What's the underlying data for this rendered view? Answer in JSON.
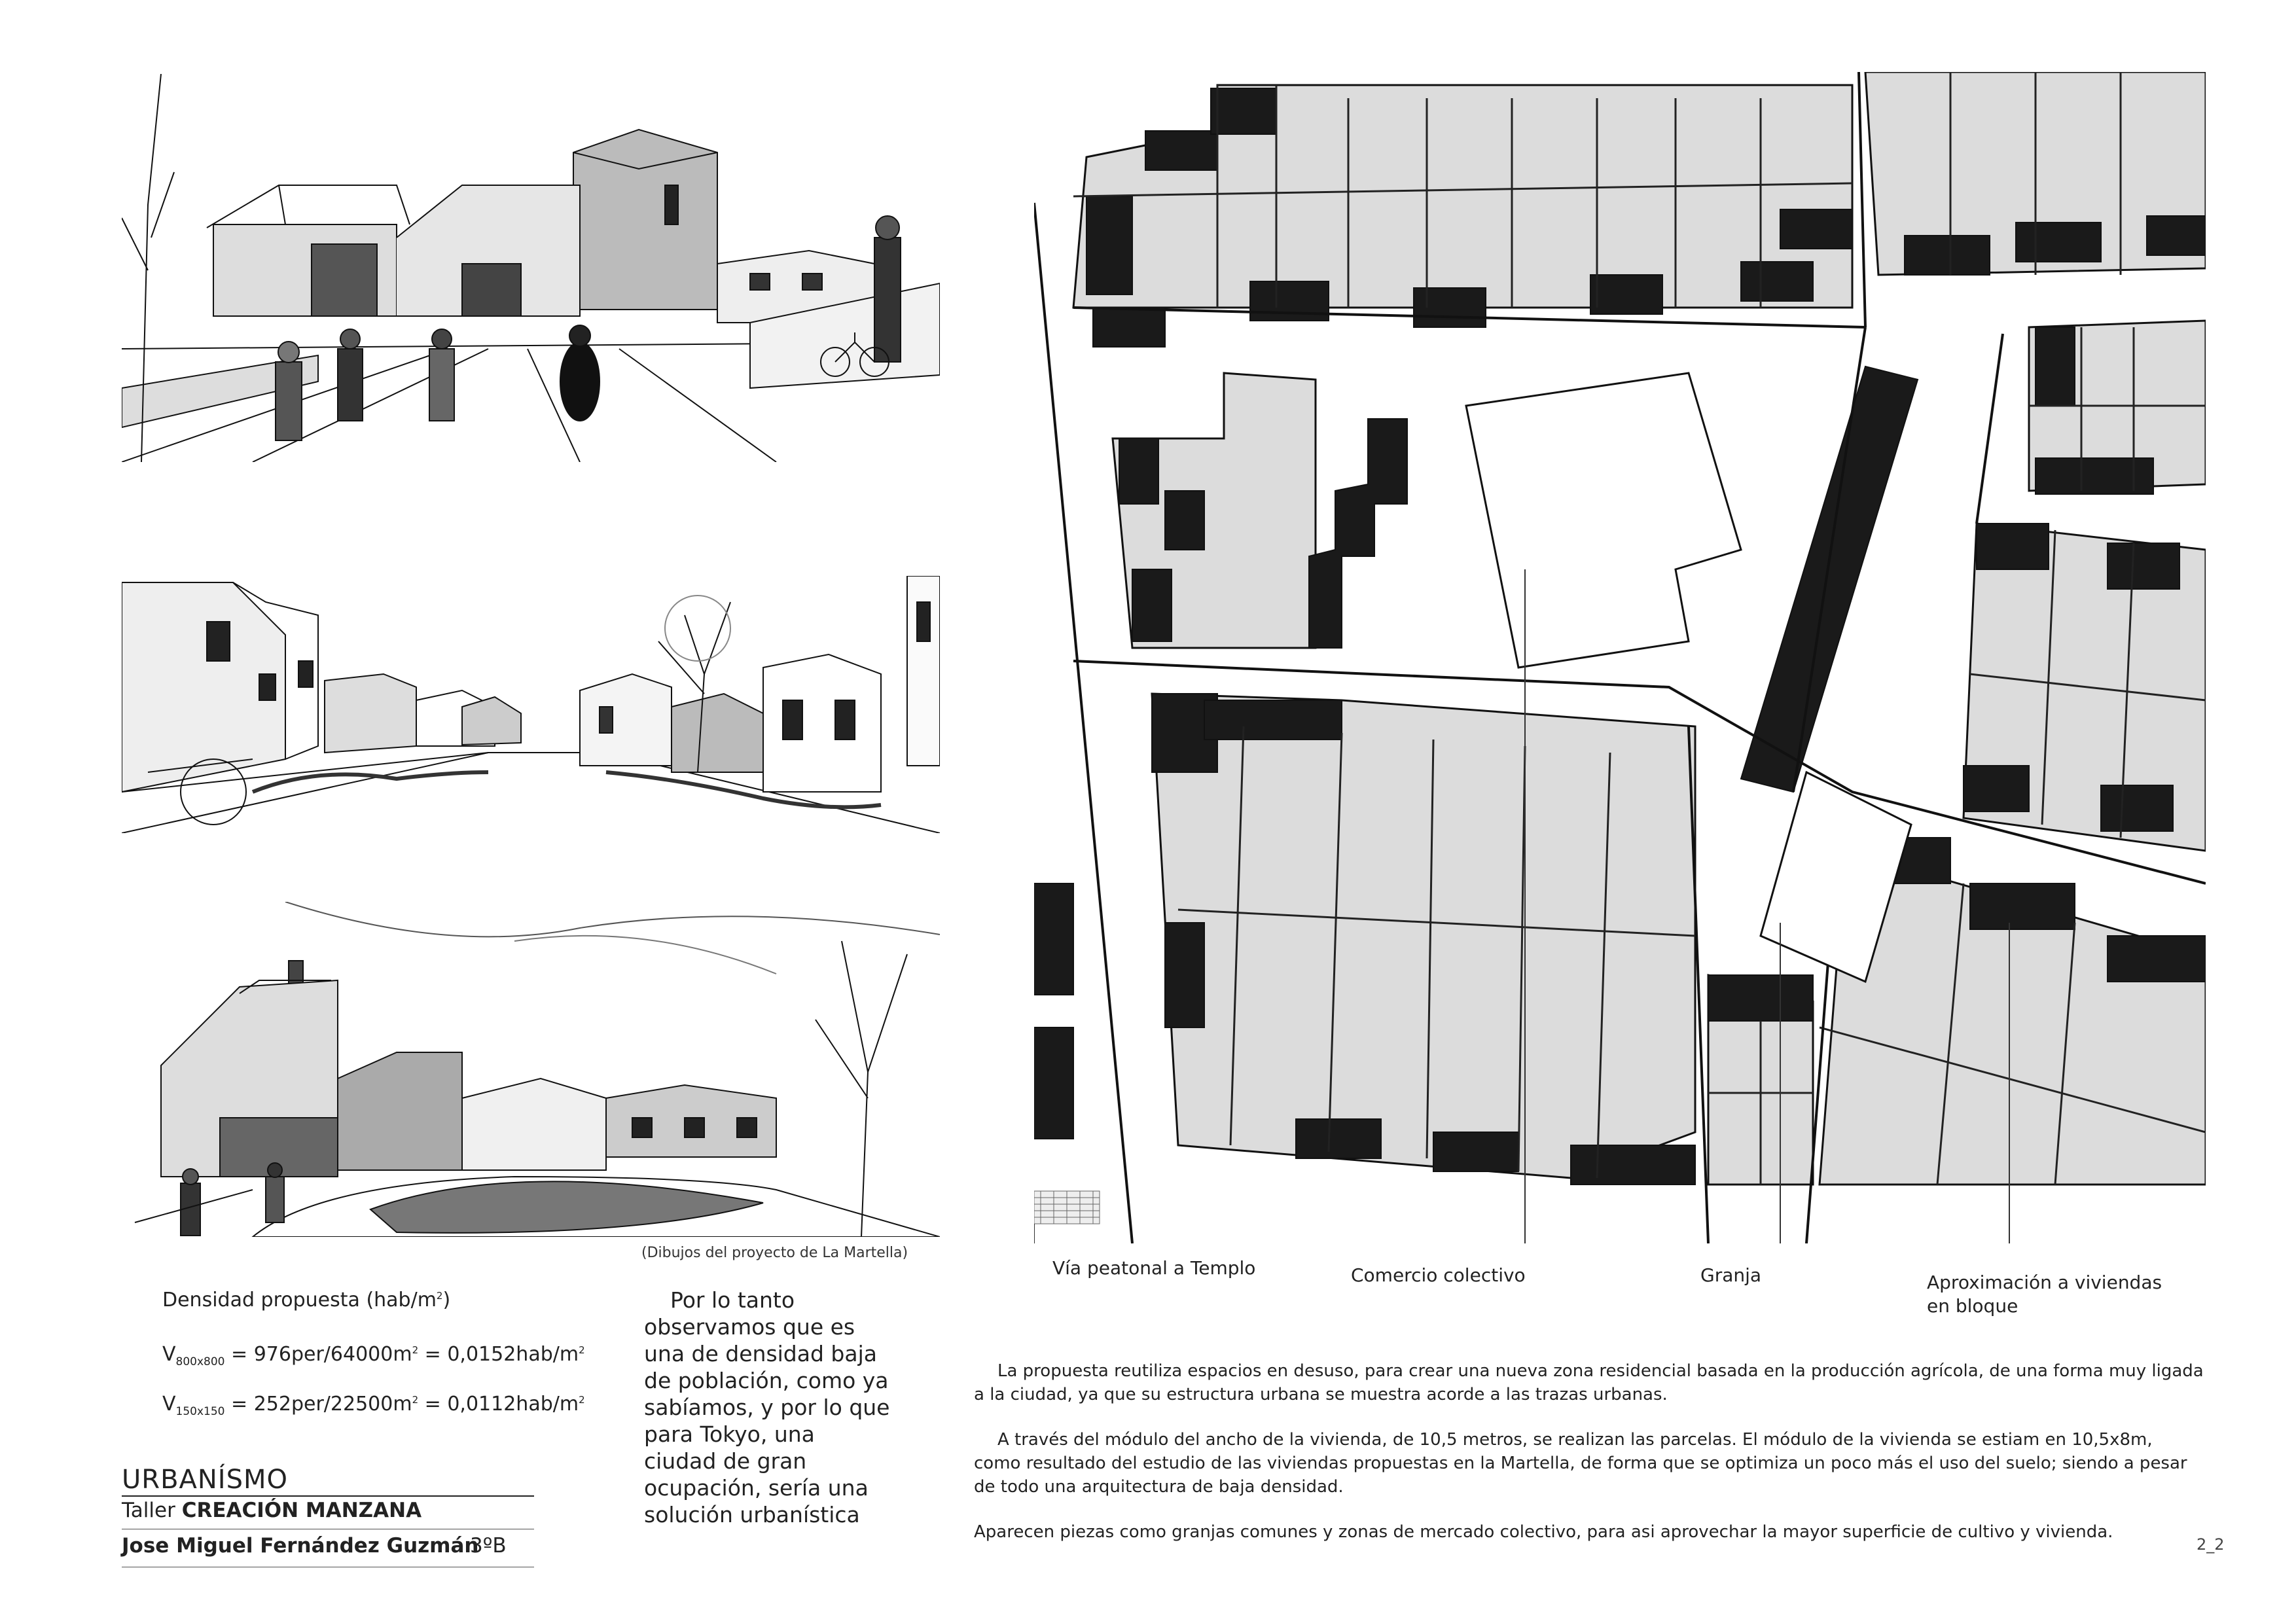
{
  "sketches": {
    "caption": "(Dibujos del proyecto de La Martella)"
  },
  "density": {
    "title": "Densidad propuesta (hab/m",
    "title_sup": "2",
    "title_end": ")",
    "formula1": {
      "var": "V",
      "sub": "800x800",
      "text": " = 976per/64000m",
      "sup1": "2",
      "eq": " = 0,0152hab/m",
      "sup2": "2"
    },
    "formula2": {
      "var": "V",
      "sub": "150x150",
      "text": " = 252per/22500m",
      "sup1": "2",
      "eq": " = 0,0112hab/m",
      "sup2": "2"
    }
  },
  "conclusion": "Por lo tanto observamos que es una de densidad baja de población, como ya sabíamos, y por lo que para Tokyo, una ciudad de gran ocupación, sería una solución urbanística",
  "footer": {
    "subject": "URBANÍSMO",
    "course_prefix": "Taller ",
    "course_name": "CREACIÓN MANZANA",
    "author": "Jose Miguel Fernández Guzmán",
    "group": "3ºB"
  },
  "plan_labels": {
    "via": "Vía peatonal a Templo",
    "comercio": "Comercio colectivo",
    "granja": "Granja",
    "aprox": "Aproximación a viviendas en bloque"
  },
  "paragraphs": [
    "La propuesta reutiliza espacios en desuso, para crear una nueva zona residencial basada en la producción agrícola, de una forma muy ligada a la ciudad, ya que su estructura urbana se muestra acorde a las trazas urbanas.",
    "A través del módulo del ancho de la vivienda, de 10,5 metros, se realizan las parcelas. El módulo de la vivienda se estiam en 10,5x8m, como resultado del estudio de las viviendas propuestas en la Martella, de forma que se optimiza un poco más el uso del suelo; siendo a pesar de todo una arquitectura de baja densidad.",
    "Aparecen piezas como granjas comunes y zonas de mercado colectivo, para asi aprovechar la mayor superficie de cultivo y vivienda."
  ],
  "page_number": "2_2"
}
